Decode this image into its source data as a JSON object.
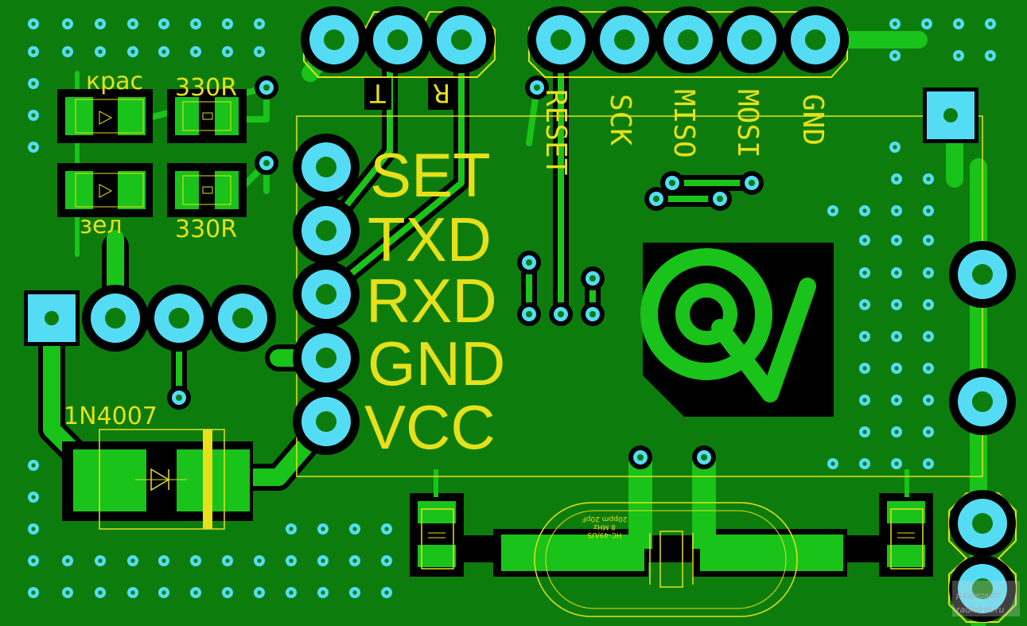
{
  "board": {
    "colors": {
      "substrate": "#0c7d0c",
      "copper": "#19c319",
      "clearance": "#000000",
      "pad": "#55dcf5",
      "silkscreen": "#e6e01a"
    }
  },
  "top_header": {
    "pin_labels_rotated": [
      "RESET",
      "SCK",
      "MISO",
      "MOSI",
      "GND"
    ],
    "tx_label": "T",
    "rx_label": "R"
  },
  "leds": {
    "red_label": "крас",
    "green_label": "зел",
    "resistor_top": "330R",
    "resistor_bottom": "330R"
  },
  "pin_labels": {
    "set": "SET",
    "txd": "TXD",
    "rxd": "RXD",
    "gnd": "GND",
    "vcc": "VCC"
  },
  "diode": {
    "label": "1N4007"
  },
  "crystal": {
    "package": "HC-49/US",
    "freq": "8 MHz",
    "load": "20ppm 20pF"
  },
  "watermark": {
    "line1": "радиокот",
    "line2": "radiokot.ru"
  }
}
